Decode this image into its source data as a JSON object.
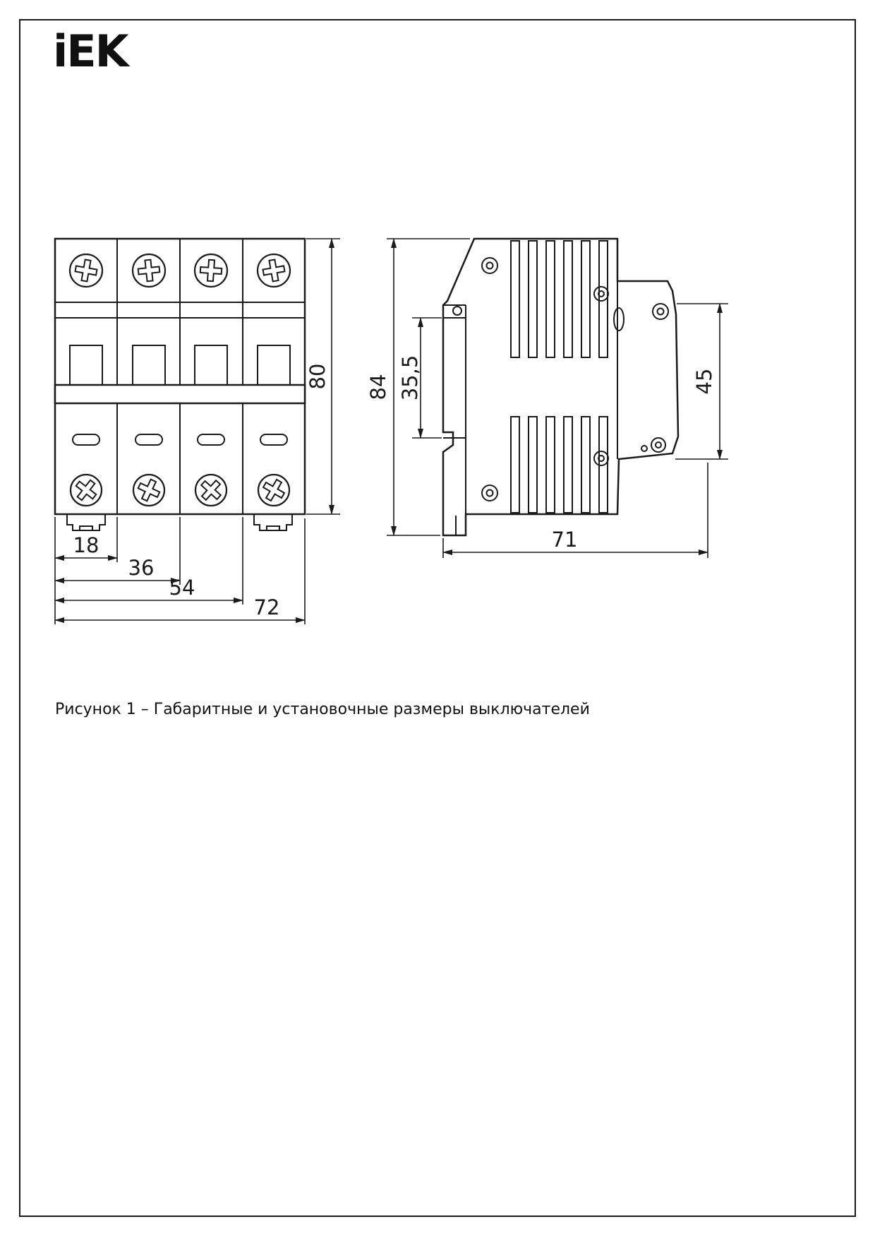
{
  "page": {
    "logo_text": "iEK",
    "caption": "Рисунок 1 – Габаритные и установочные размеры выключателей"
  },
  "drawing": {
    "front_view": {
      "height": "80",
      "module_width": "18",
      "width_2_modules": "36",
      "width_3_modules": "54",
      "total_width": "72"
    },
    "side_view": {
      "total_height": "84",
      "din_rail_offset": "35,5",
      "rear_depth": "45",
      "total_depth": "71"
    }
  }
}
